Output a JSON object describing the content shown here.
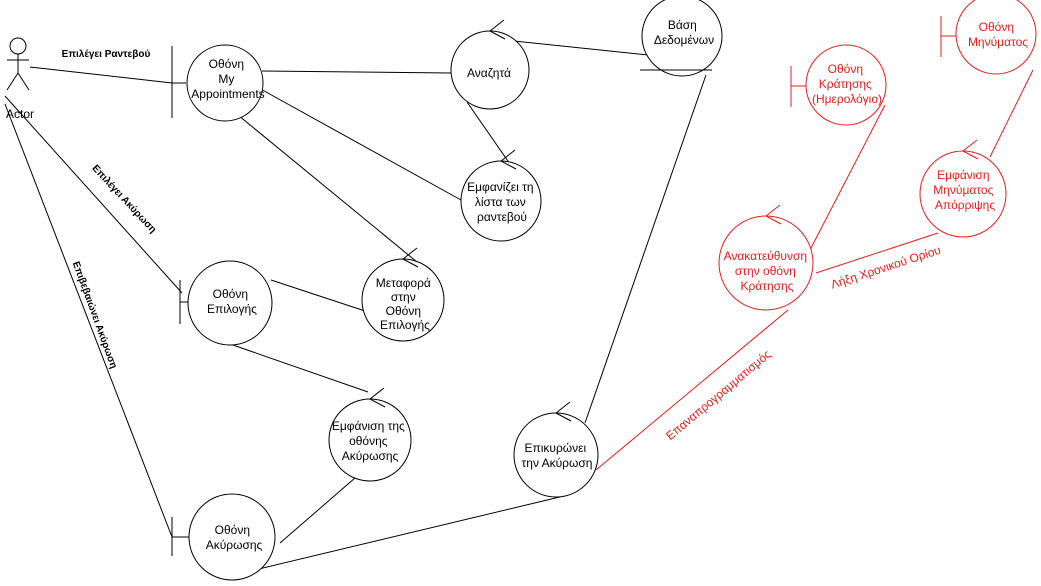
{
  "colors": {
    "ink": "#000000",
    "accent": "#e0201e",
    "background": "#ffffff"
  },
  "actor": {
    "label": "Actor"
  },
  "boundaries": {
    "my_appointments": [
      "Οθόνη",
      "My",
      "Appointments"
    ],
    "selection": [
      "Οθόνη",
      "Επιλογής"
    ],
    "cancellation": [
      "Οθόνη",
      "Ακύρωσης"
    ],
    "booking": [
      "Οθόνη",
      "Κράτησης",
      "(Ημερολόγιο)"
    ],
    "message": [
      "Οθόνη",
      "Μηνύματος"
    ]
  },
  "controls": {
    "search": [
      "Αναζητά"
    ],
    "show_list": [
      "Εμφανίζει τη",
      "λίστα των",
      "ραντεβού"
    ],
    "transfer": [
      "Μεταφορά",
      "στην",
      "Οθόνη",
      "Επιλογής"
    ],
    "show_cancel_screen": [
      "Εμφάνιση της",
      "οθόνης",
      "Ακύρωσης"
    ],
    "confirm_cancel": [
      "Επικυρώνει",
      "την Ακύρωση"
    ],
    "redirect": [
      "Ανακατεύθυνση",
      "στην οθόνη",
      "Κράτησης"
    ],
    "reject_message": [
      "Εμφάνιση",
      "Μηνύματος",
      "Απόρριψης"
    ]
  },
  "entity": {
    "database": [
      "Βάση",
      "Δεδομένων"
    ]
  },
  "edge_labels": {
    "selects_appointment": "Επιλέγει Ραντεβού",
    "selects_cancel": "Επιλέγει Ακύρωση",
    "confirms_cancel": "Επιβεβαιώνει Ακύρωση",
    "reschedule": "Επαναπρογραμματισμός",
    "timeout": "Λήξη Χρονικού Ορίου"
  }
}
